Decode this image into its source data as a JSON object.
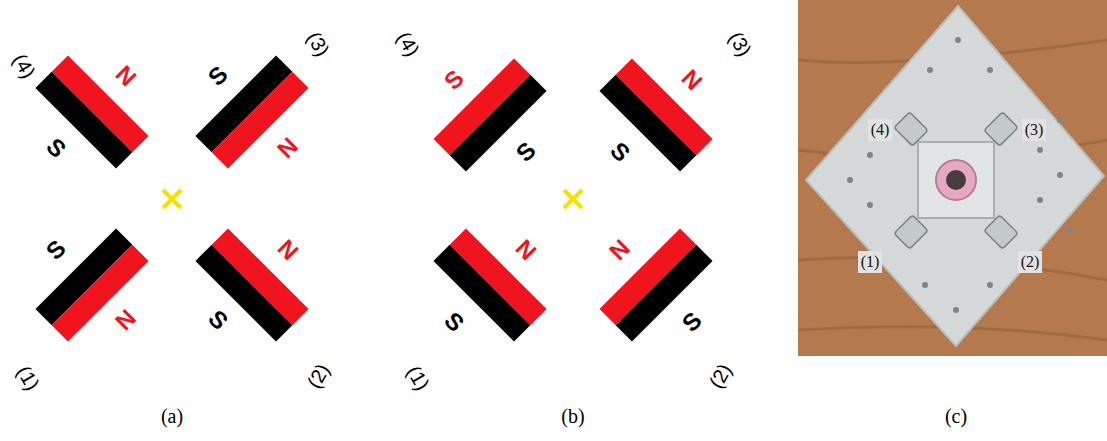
{
  "diagram": {
    "nodes": [
      {
        "text": [
          "(4)"
        ]
      },
      {
        "text": [
          "(3)"
        ]
      },
      {
        "text": [
          "(1)"
        ]
      },
      {
        "text": [
          "(2)"
        ]
      }
    ],
    "labels": [
      "(4)",
      "N",
      "S",
      "(3)",
      "S",
      "N",
      "S",
      "N",
      "(1)",
      "N",
      "S",
      "(2)",
      "(4)",
      "S",
      "S",
      "(3)",
      "N",
      "S",
      "N",
      "S",
      "(1)",
      "N",
      "S",
      "(2)",
      "(a)",
      "(b)",
      "(c)"
    ]
  }
}
